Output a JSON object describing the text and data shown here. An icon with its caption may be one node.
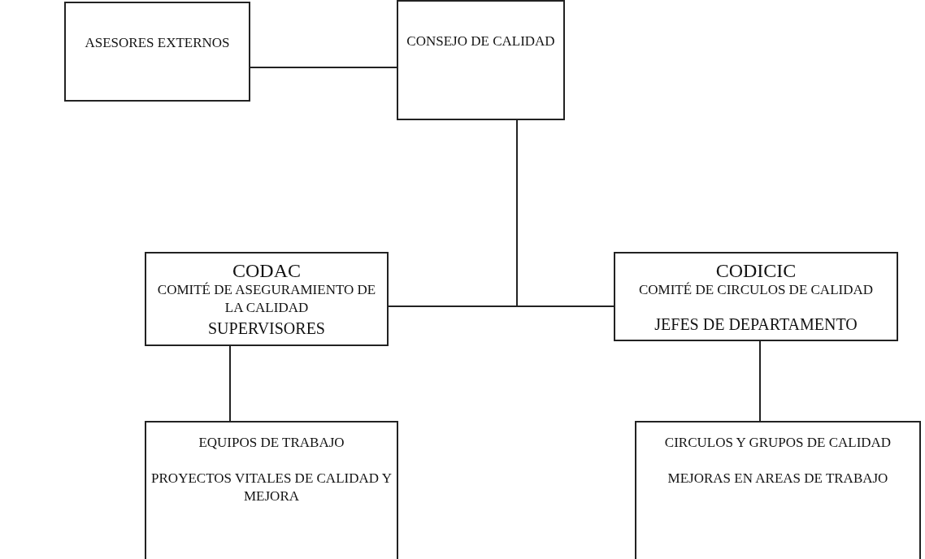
{
  "diagram": {
    "nodes": [
      {
        "text": [
          "ASESORES EXTERNOS"
        ]
      },
      {
        "text": [
          "CONSEJO DE CALIDAD"
        ]
      },
      {
        "text": [
          "CODAC",
          "COMITÉ DE ASEGURAMIENTO DE LA CALIDAD",
          "SUPERVISORES"
        ]
      },
      {
        "text": [
          "CODICIC",
          "COMITÉ DE CIRCULOS DE CALIDAD",
          "JEFES DE DEPARTAMENTO"
        ]
      },
      {
        "text": [
          "EQUIPOS DE TRABAJO",
          "PROYECTOS VITALES DE CALIDAD Y MEJORA"
        ]
      },
      {
        "text": [
          "CIRCULOS Y GRUPOS DE CALIDAD",
          "MEJORAS EN AREAS DE TRABAJO"
        ]
      }
    ],
    "edges": [
      {
        "from": 0,
        "to": 1,
        "arrow": "none"
      },
      {
        "from": 1,
        "to": 2,
        "arrow": "none"
      },
      {
        "from": 1,
        "to": 3,
        "arrow": "none"
      },
      {
        "from": 2,
        "to": 4,
        "arrow": "none"
      },
      {
        "from": 3,
        "to": 5,
        "arrow": "none"
      }
    ]
  }
}
